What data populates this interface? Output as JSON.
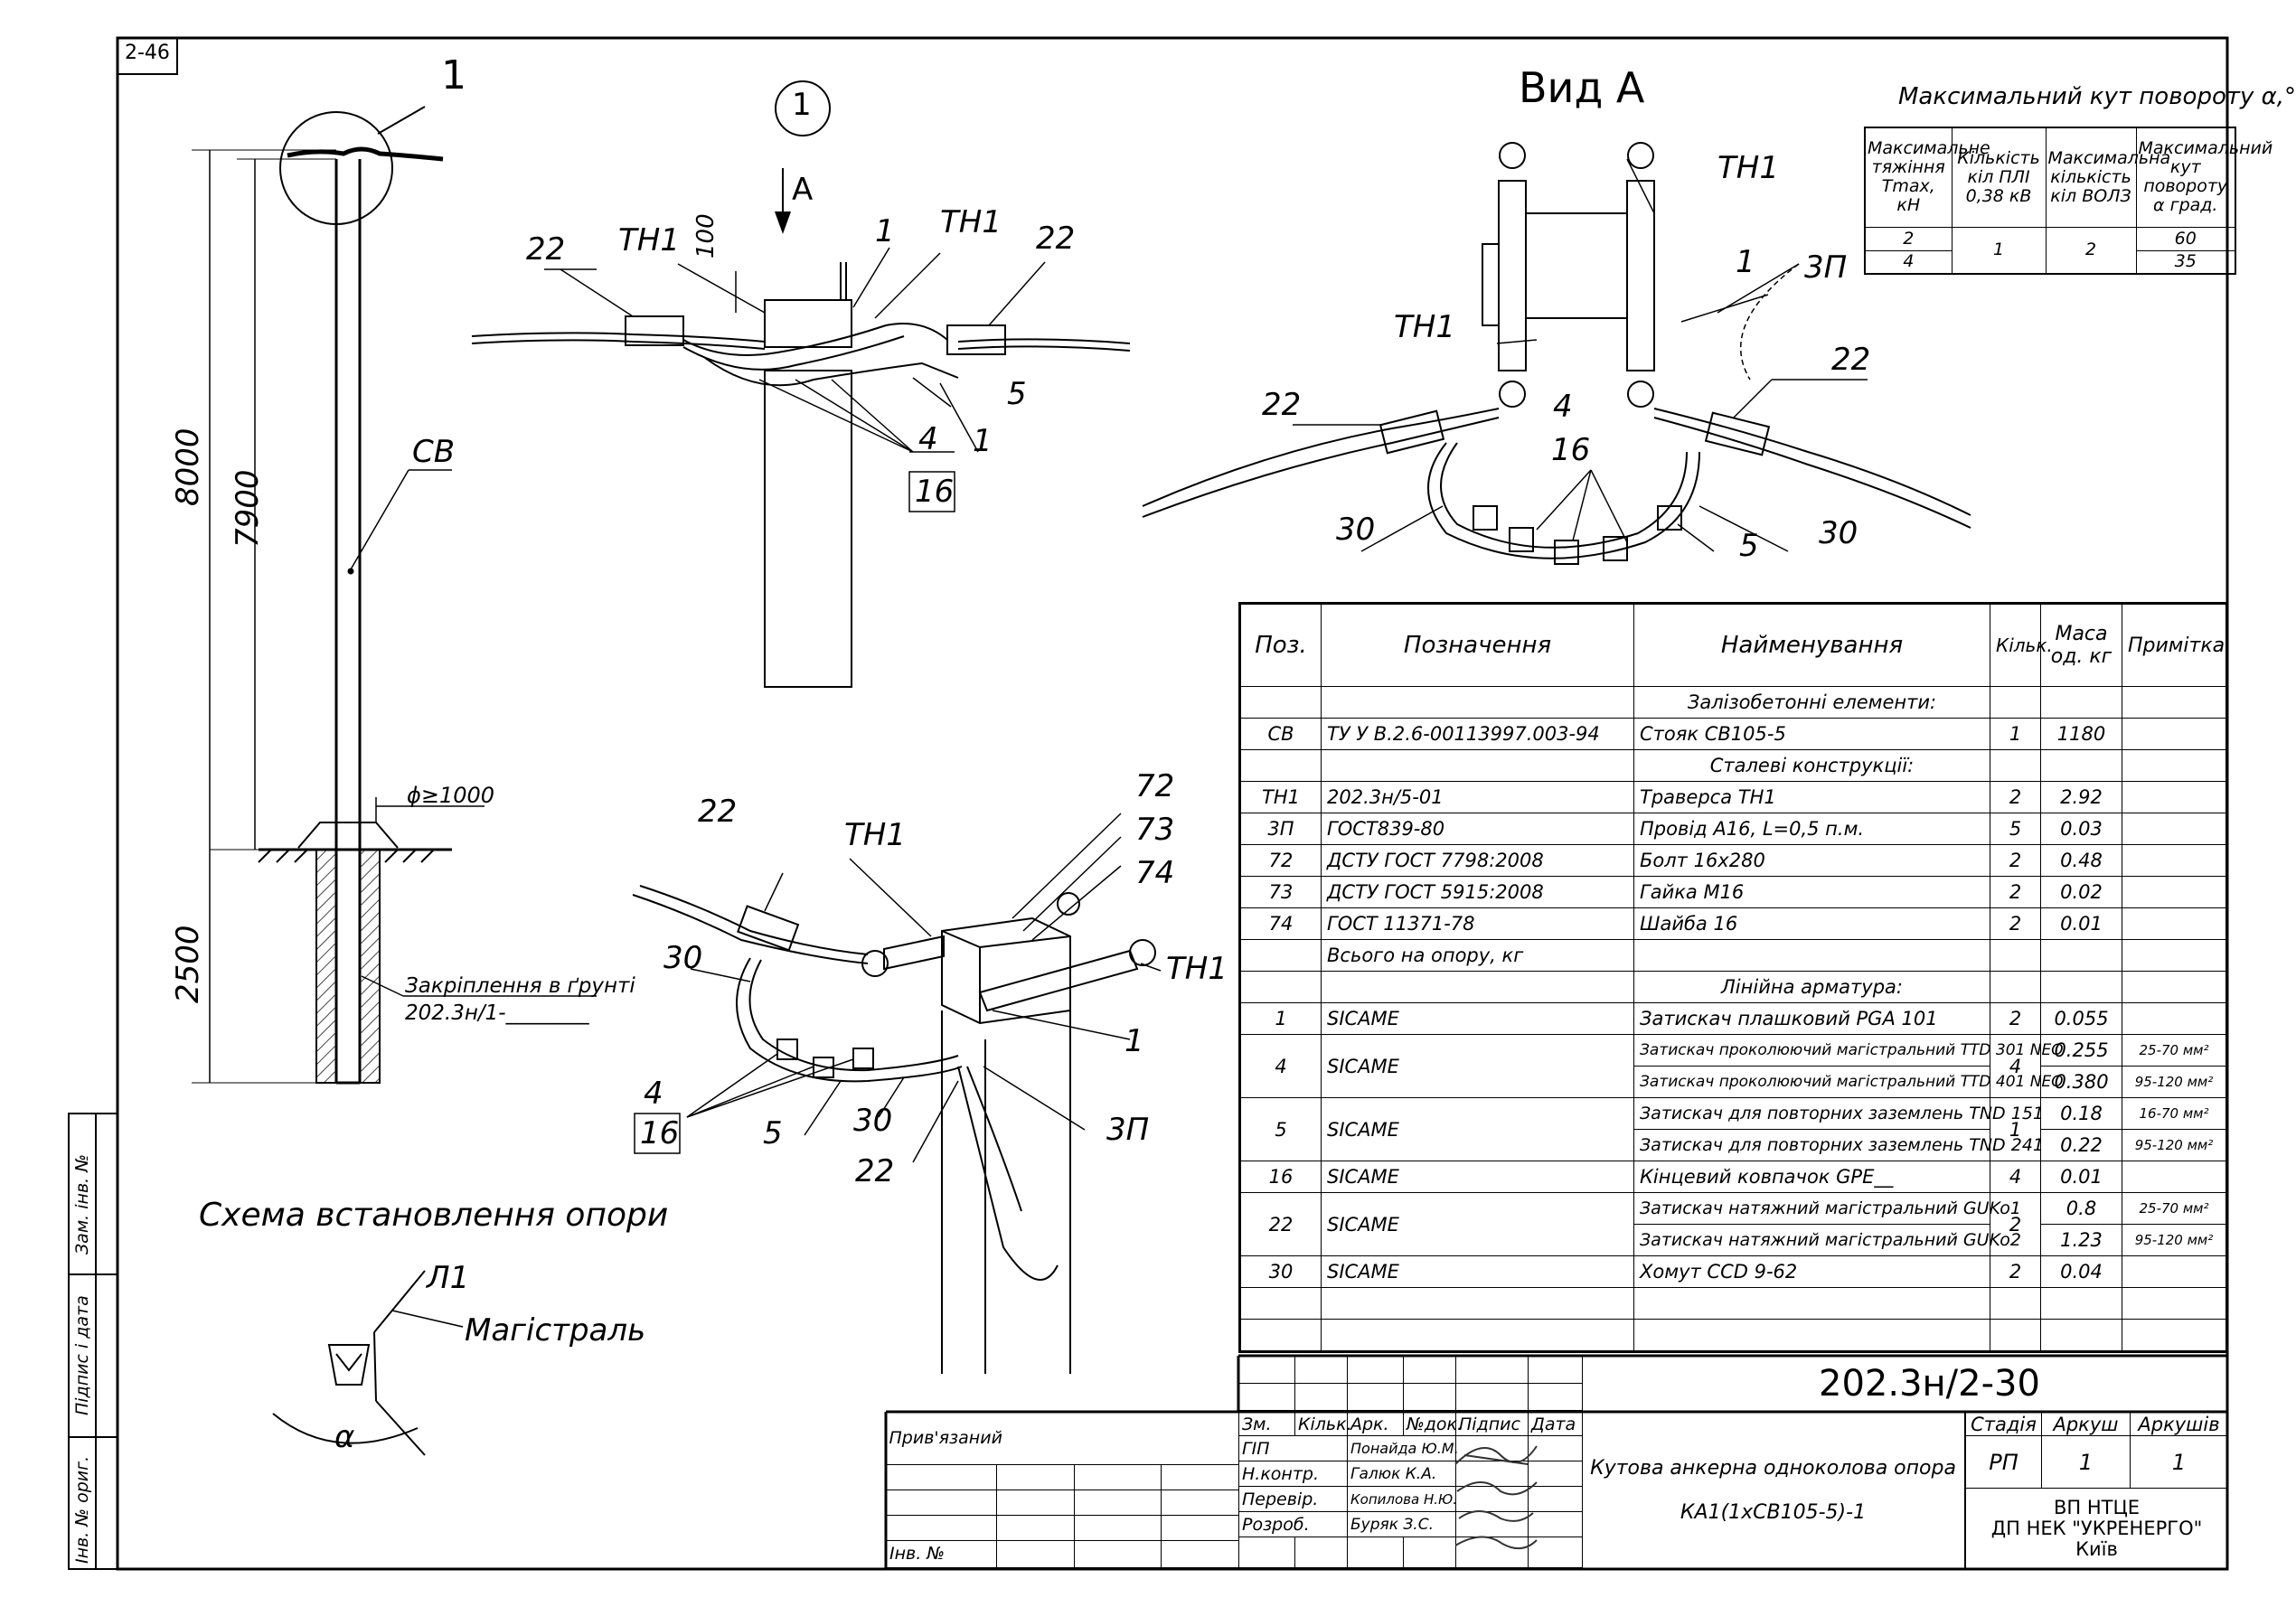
{
  "sheet": {
    "corner_code": "2-46",
    "detail_marker": "1",
    "view_title": "Вид А",
    "view_arrow_label": "А",
    "scheme_title": "Схема встановлення опори",
    "scheme_labels": {
      "branch": "Л1",
      "mainline": "Магістраль",
      "angle": "α"
    }
  },
  "pole_drawing": {
    "detail_ref": "1",
    "pole_label": "СВ",
    "dim_total": "8000",
    "dim_above": "7900",
    "dim_below": "2500",
    "dim_diameter": "ϕ≥1000",
    "ground_note_line1": "Закріплення в ґрунті",
    "ground_note_line2": "202.3н/1-________"
  },
  "callouts": {
    "detail1": [
      "22",
      "ТН1",
      "100",
      "1",
      "ТН1",
      "22",
      "5",
      "1",
      "4",
      "16"
    ],
    "view_a": [
      "ТН1",
      "1",
      "3П",
      "ТН1",
      "22",
      "4",
      "16",
      "22",
      "30",
      "5",
      "30"
    ],
    "iso": [
      "22",
      "ТН1",
      "72",
      "73",
      "74",
      "ТН1",
      "30",
      "1",
      "4",
      "16",
      "5",
      "30",
      "3П",
      "22"
    ]
  },
  "angle_table": {
    "title": "Максимальний кут повороту α,°",
    "headers": [
      "Максимальне тяжіння Tmax, кН",
      "Кількість кіл ПЛІ 0,38 кВ",
      "Максимальна кількість кіл ВОЛЗ",
      "Максимальний кут повороту α град."
    ],
    "rows": [
      {
        "tmax": "2",
        "circuits": "1",
        "fiber": "2",
        "angle": "60"
      },
      {
        "tmax": "4",
        "circuits": "",
        "fiber": "",
        "angle": "35"
      }
    ]
  },
  "spec_table": {
    "headers": [
      "Поз.",
      "Позначення",
      "Найменування",
      "Кільк.",
      "Маса од. кг",
      "Примітка"
    ],
    "sections": {
      "concrete": "Залізобетонні елементи:",
      "steel": "Сталеві конструкції:",
      "fittings": "Лінійна арматура:"
    },
    "rows_concrete": [
      {
        "pos": "СВ",
        "code": "ТУ У В.2.6-00113997.003-94",
        "name": "Стояк СВ105-5",
        "qty": "1",
        "mass": "1180",
        "note": ""
      }
    ],
    "rows_steel": [
      {
        "pos": "ТН1",
        "code": "202.3н/5-01",
        "name": "Траверса ТН1",
        "qty": "2",
        "mass": "2.92",
        "note": ""
      },
      {
        "pos": "3П",
        "code": "ГОСТ839-80",
        "name": "Провід А16, L=0,5 п.м.",
        "qty": "5",
        "mass": "0.03",
        "note": ""
      },
      {
        "pos": "72",
        "code": "ДСТУ ГОСТ 7798:2008",
        "name": "Болт 16х280",
        "qty": "2",
        "mass": "0.48",
        "note": ""
      },
      {
        "pos": "73",
        "code": "ДСТУ ГОСТ 5915:2008",
        "name": "Гайка М16",
        "qty": "2",
        "mass": "0.02",
        "note": ""
      },
      {
        "pos": "74",
        "code": "ГОСТ 11371-78",
        "name": "Шайба 16",
        "qty": "2",
        "mass": "0.01",
        "note": ""
      }
    ],
    "total_label": "Всього на опору, кг",
    "fit_pga": {
      "pos": "1",
      "code": "SICAME",
      "name": "Затискач плашковий PGA 101",
      "qty": "2",
      "mass": "0.055"
    },
    "fit_ttd": {
      "pos": "4",
      "code": "SICAME",
      "name1": "Затискач проколюючий магістральний TTD 301 NEO",
      "name2": "Затискач проколюючий магістральний TTD 401 NEO",
      "qty": "4",
      "mass1": "0.255",
      "mass2": "0.380",
      "note1": "25-70 мм²",
      "note2": "95-120 мм²"
    },
    "fit_tnd": {
      "pos": "5",
      "code": "SICAME",
      "name1": "Затискач для повторних заземлень TND 151",
      "name2": "Затискач для повторних заземлень TND 241",
      "qty": "1",
      "mass1": "0.18",
      "mass2": "0.22",
      "note1": "16-70 мм²",
      "note2": "95-120 мм²"
    },
    "fit_gpe": {
      "pos": "16",
      "code": "SICAME",
      "name": "Кінцевий ковпачок GPE__",
      "qty": "4",
      "mass": "0.01"
    },
    "fit_guk": {
      "pos": "22",
      "code": "SICAME",
      "name1": "Затискач натяжний магістральний GUKo1",
      "name2": "Затискач натяжний магістральний GUKo2",
      "qty": "2",
      "mass1": "0.8",
      "mass2": "1.23",
      "note1": "25-70 мм²",
      "note2": "95-120 мм²"
    },
    "fit_ccd": {
      "pos": "30",
      "code": "SICAME",
      "name": "Хомут CCD 9-62",
      "qty": "2",
      "mass": "0.04"
    }
  },
  "title_block": {
    "doc_code": "202.3н/2-30",
    "attached": "Прив'язаний",
    "inv_no": "Інв. №",
    "columns": [
      "Зм.",
      "Кільк.",
      "Арк.",
      "№док.",
      "Підпис",
      "Дата"
    ],
    "staff": [
      {
        "role": "ГІП",
        "name": "Понайда Ю.М."
      },
      {
        "role": "Н.контр.",
        "name": "Галюк К.А."
      },
      {
        "role": "Перевір.",
        "name": "Копилова Н.Ю."
      },
      {
        "role": "Розроб.",
        "name": "Буряк З.С."
      }
    ],
    "title_line1": "Кутова анкерна одноколова опора",
    "title_line2": "КА1(1хСВ105-5)-1",
    "stage_label": "Стадія",
    "sheet_label": "Аркуш",
    "sheets_label": "Аркушів",
    "stage": "РП",
    "sheet": "1",
    "sheets": "1",
    "org_line1": "ВП НТЦЕ",
    "org_line2": "ДП НЕК \"УКРЕНЕРГО\"",
    "org_line3": "Київ"
  },
  "side_stamp": [
    "Інв. № ориг.",
    "Підпис і дата",
    "Зам. інв. №"
  ]
}
